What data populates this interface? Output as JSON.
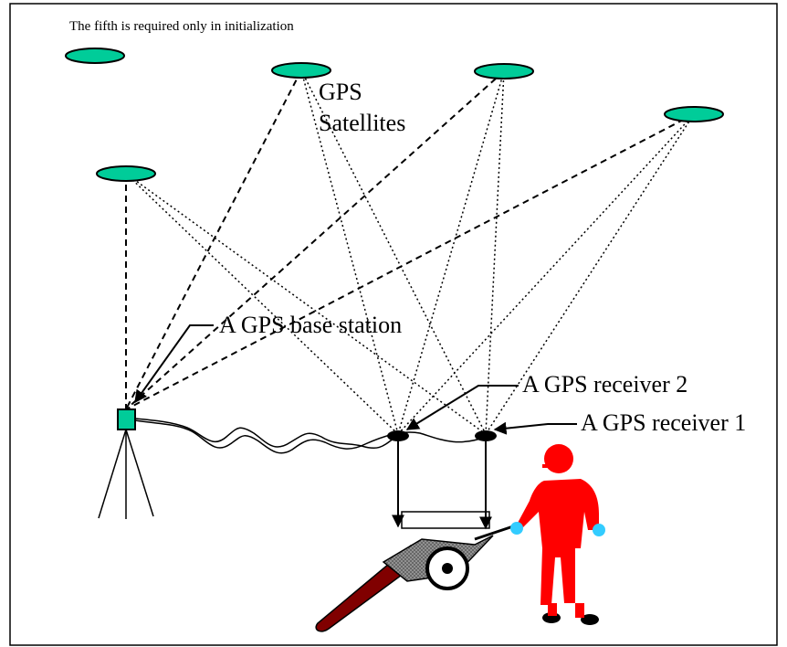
{
  "diagram": {
    "note": "The fifth is required only in initialization",
    "labels": {
      "satellites_line1": "GPS",
      "satellites_line2": "Satellites",
      "base_station": "A GPS base station",
      "receiver_2": "A GPS receiver 2",
      "receiver_1": "A GPS receiver 1"
    },
    "colors": {
      "satellite_fill": "#00cc99",
      "base_station_fill": "#00cc99",
      "receiver_fill": "#000000",
      "person_fill": "#ff0000",
      "glove_fill": "#33ccff",
      "handle_fill": "#800000",
      "wheelbarrow_fill": "#999999",
      "line_color": "#000000"
    },
    "icons": [
      "satellite-icon",
      "base-station-icon",
      "tripod-icon",
      "receiver-icon",
      "person-icon",
      "wheelbarrow-icon"
    ]
  }
}
